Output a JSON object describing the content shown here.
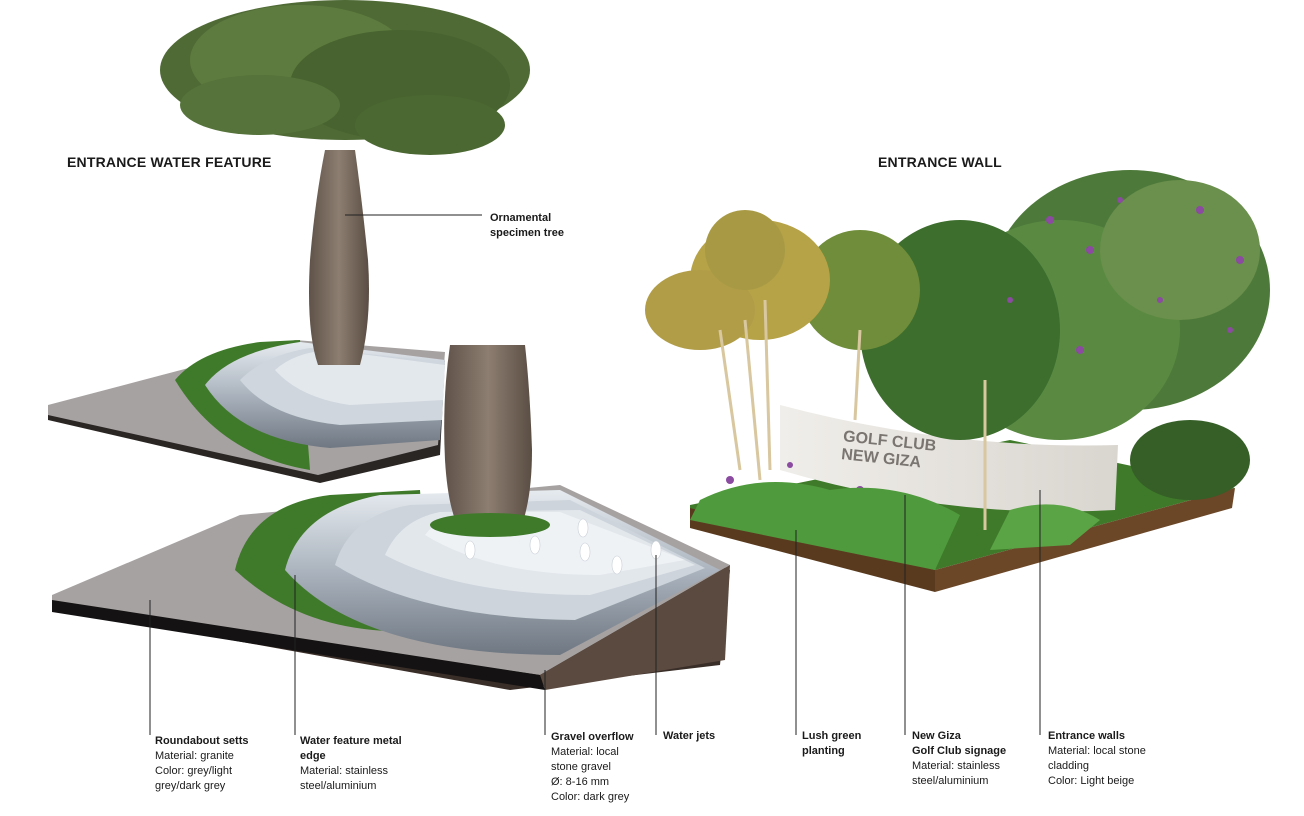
{
  "left_section": {
    "title": "ENTRANCE WATER FEATURE",
    "tree_label": {
      "line1": "Ornamental",
      "line2": "specimen tree"
    },
    "labels": [
      {
        "heading": [
          "Roundabout setts"
        ],
        "lines": [
          "Material: granite",
          "Color: grey/light",
          "grey/dark grey"
        ]
      },
      {
        "heading": [
          "Water feature metal",
          "edge"
        ],
        "lines": [
          "Material: stainless",
          "steel/aluminium"
        ]
      },
      {
        "heading": [
          "Gravel overflow"
        ],
        "lines": [
          "Material: local",
          "stone gravel",
          "Ø: 8-16 mm",
          "Color: dark grey"
        ]
      },
      {
        "heading": [
          "Water jets"
        ],
        "lines": []
      }
    ]
  },
  "right_section": {
    "title": "ENTRANCE WALL",
    "signage": {
      "line1": "GOLF CLUB",
      "line2": "NEW GIZA"
    },
    "labels": [
      {
        "heading": [
          "Lush green",
          "planting"
        ],
        "lines": []
      },
      {
        "heading": [
          "New Giza",
          "Golf Club signage"
        ],
        "lines": [
          "Material: stainless",
          "steel/aluminium"
        ]
      },
      {
        "heading": [
          "Entrance walls"
        ],
        "lines": [
          "Material: local stone",
          "cladding",
          "Color: Light beige"
        ]
      }
    ]
  },
  "colors": {
    "paving": "#a7a2a2",
    "grass": "#3f7a2a",
    "steel": "#b9c2cc",
    "trunk": "#7d6e62",
    "soil": "#5a3a1e",
    "wall": "#e6e3de"
  }
}
